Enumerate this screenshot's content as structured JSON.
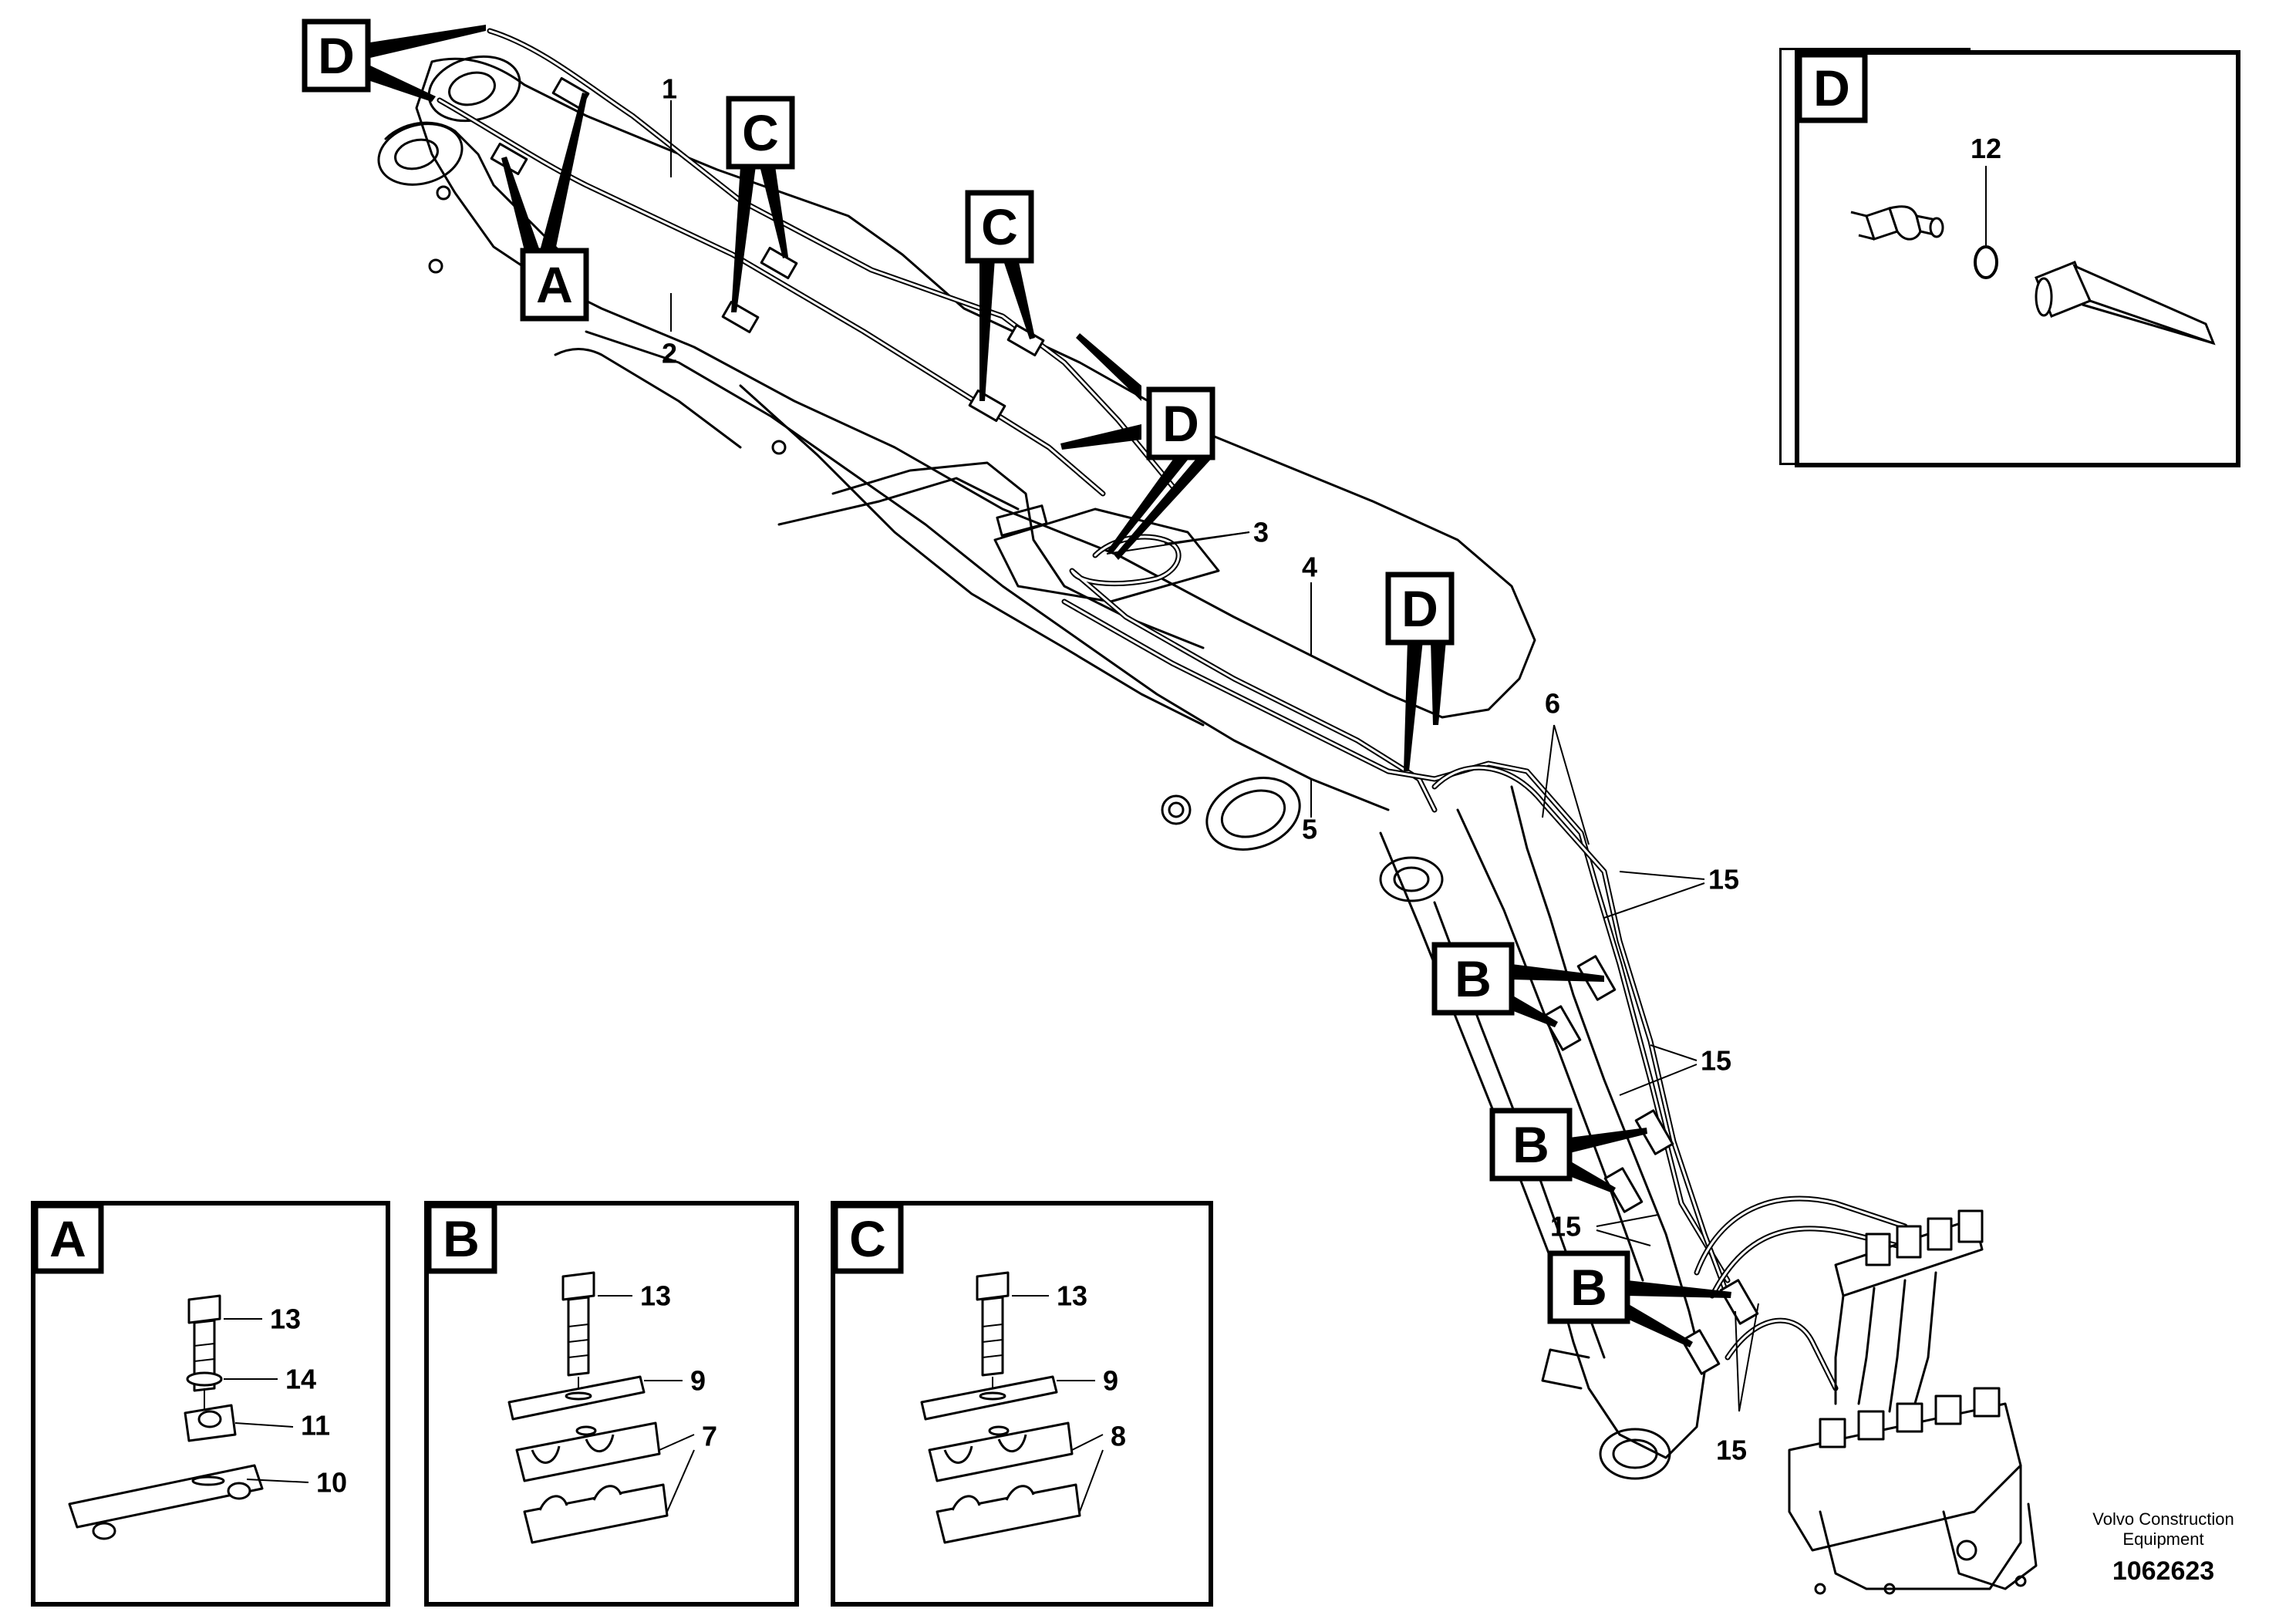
{
  "callouts": {
    "D": "D",
    "C": "C",
    "A": "A",
    "B": "B"
  },
  "parts": {
    "p1": "1",
    "p2": "2",
    "p3": "3",
    "p4": "4",
    "p5": "5",
    "p6": "6",
    "p7": "7",
    "p8": "8",
    "p9": "9",
    "p10": "10",
    "p11": "11",
    "p12": "12",
    "p13": "13",
    "p14": "14",
    "p15": "15"
  },
  "detail_panels": {
    "A": {
      "title": "A",
      "labels": [
        "13",
        "14",
        "11",
        "10"
      ]
    },
    "B": {
      "title": "B",
      "labels": [
        "13",
        "9",
        "7"
      ]
    },
    "C": {
      "title": "C",
      "labels": [
        "13",
        "9",
        "8"
      ]
    },
    "D": {
      "title": "D",
      "labels": [
        "12"
      ]
    }
  },
  "footer": {
    "company": "Volvo Construction",
    "company2": "Equipment",
    "drawing_number": "1062623"
  },
  "colors": {
    "ink": "#000000",
    "paper": "#ffffff"
  }
}
